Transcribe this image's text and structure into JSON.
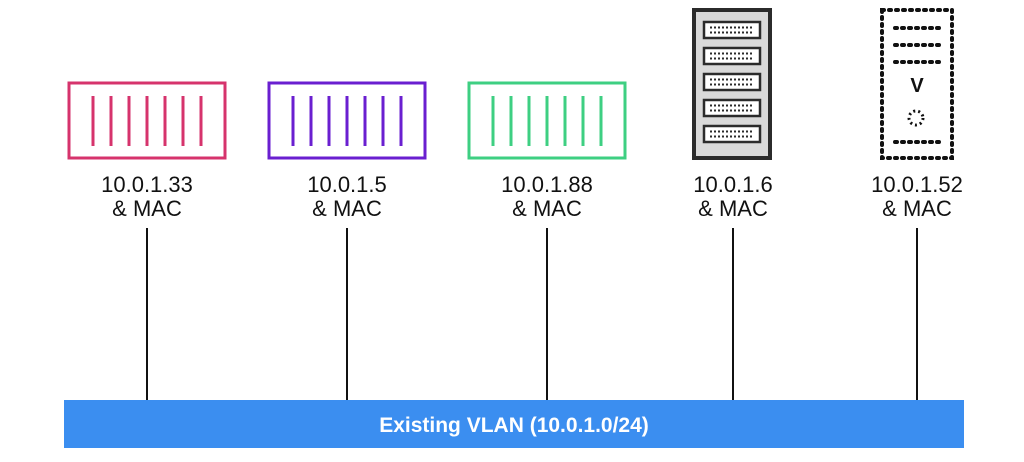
{
  "nodes": [
    {
      "id": "container-1",
      "kind": "container",
      "color": "#d6336c",
      "ip": "10.0.1.33",
      "suffix": "& MAC"
    },
    {
      "id": "container-2",
      "kind": "container",
      "color": "#6a1fd0",
      "ip": "10.0.1.5",
      "suffix": "& MAC"
    },
    {
      "id": "container-3",
      "kind": "container",
      "color": "#3ecf82",
      "ip": "10.0.1.88",
      "suffix": "& MAC"
    },
    {
      "id": "server-physical",
      "kind": "server",
      "color": "#2b2b2b",
      "ip": "10.0.1.6",
      "suffix": "& MAC"
    },
    {
      "id": "server-virtual",
      "kind": "virtual-server",
      "color": "#111111",
      "ip": "10.0.1.52",
      "suffix": "& MAC",
      "badge": "V"
    }
  ],
  "vlan": {
    "label": "Existing VLAN (10.0.1.0/24)",
    "color": "#3b8ef0"
  }
}
